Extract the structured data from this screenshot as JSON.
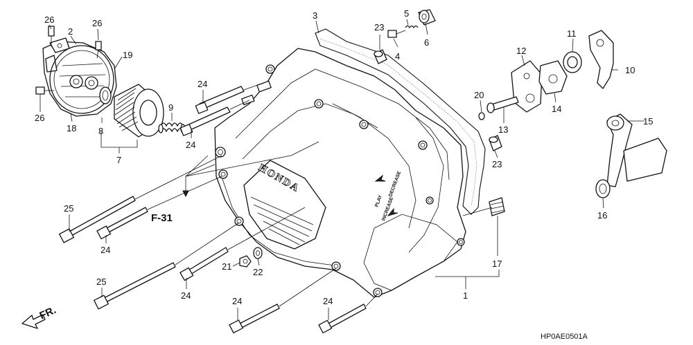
{
  "diagram": {
    "callouts": [
      {
        "id": "c1",
        "label": "1"
      },
      {
        "id": "c2",
        "label": "2"
      },
      {
        "id": "c3",
        "label": "3"
      },
      {
        "id": "c4",
        "label": "4"
      },
      {
        "id": "c5",
        "label": "5"
      },
      {
        "id": "c6",
        "label": "6"
      },
      {
        "id": "c7",
        "label": "7"
      },
      {
        "id": "c8",
        "label": "8"
      },
      {
        "id": "c9",
        "label": "9"
      },
      {
        "id": "c10",
        "label": "10"
      },
      {
        "id": "c11",
        "label": "11"
      },
      {
        "id": "c12",
        "label": "12"
      },
      {
        "id": "c13",
        "label": "13"
      },
      {
        "id": "c14",
        "label": "14"
      },
      {
        "id": "c15",
        "label": "15"
      },
      {
        "id": "c16",
        "label": "16"
      },
      {
        "id": "c17",
        "label": "17"
      },
      {
        "id": "c18",
        "label": "18"
      },
      {
        "id": "c19",
        "label": "19"
      },
      {
        "id": "c20",
        "label": "20"
      },
      {
        "id": "c21",
        "label": "21"
      },
      {
        "id": "c22",
        "label": "22"
      },
      {
        "id": "c23a",
        "label": "23"
      },
      {
        "id": "c23b",
        "label": "23"
      },
      {
        "id": "c24a",
        "label": "24"
      },
      {
        "id": "c24b",
        "label": "24"
      },
      {
        "id": "c24c",
        "label": "24"
      },
      {
        "id": "c24d",
        "label": "24"
      },
      {
        "id": "c24e",
        "label": "24"
      },
      {
        "id": "c24f",
        "label": "24"
      },
      {
        "id": "c25a",
        "label": "25"
      },
      {
        "id": "c25b",
        "label": "25"
      },
      {
        "id": "c26a",
        "label": "26"
      },
      {
        "id": "c26b",
        "label": "26"
      },
      {
        "id": "c26c",
        "label": "26"
      }
    ],
    "reference": "F-31",
    "direction": "FR.",
    "drawing_code": "HP0AE0501A",
    "cover_brand": "HONDA",
    "cover_marking_1": "PLAY",
    "cover_marking_2": "INCREASE",
    "cover_marking_3": "DECREASE"
  }
}
